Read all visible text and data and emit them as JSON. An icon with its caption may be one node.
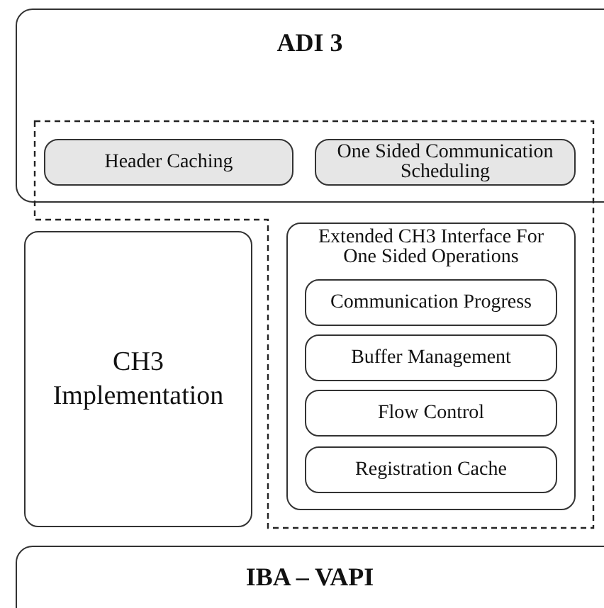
{
  "diagram": {
    "nodes": [
      {
        "text": [
          "ADI 3"
        ]
      },
      {
        "text": [],
        "shape": "box"
      },
      {
        "text": [
          "Header Caching"
        ]
      },
      {
        "text": [
          "One Sided Communication Scheduling"
        ]
      },
      {
        "text": [
          "CH3 Implementation"
        ]
      },
      {
        "text": [
          "Extended CH3 Interface For One Sided Operations"
        ],
        "in": 1
      },
      {
        "text": [
          "Communication Progress"
        ],
        "in": 5
      },
      {
        "text": [
          "Buffer Management"
        ],
        "in": 5
      },
      {
        "text": [
          "Flow Control"
        ],
        "in": 5
      },
      {
        "text": [
          "Registration Cache"
        ],
        "in": 5
      },
      {
        "text": [
          "IBA – VAPI"
        ]
      }
    ],
    "edges": []
  }
}
